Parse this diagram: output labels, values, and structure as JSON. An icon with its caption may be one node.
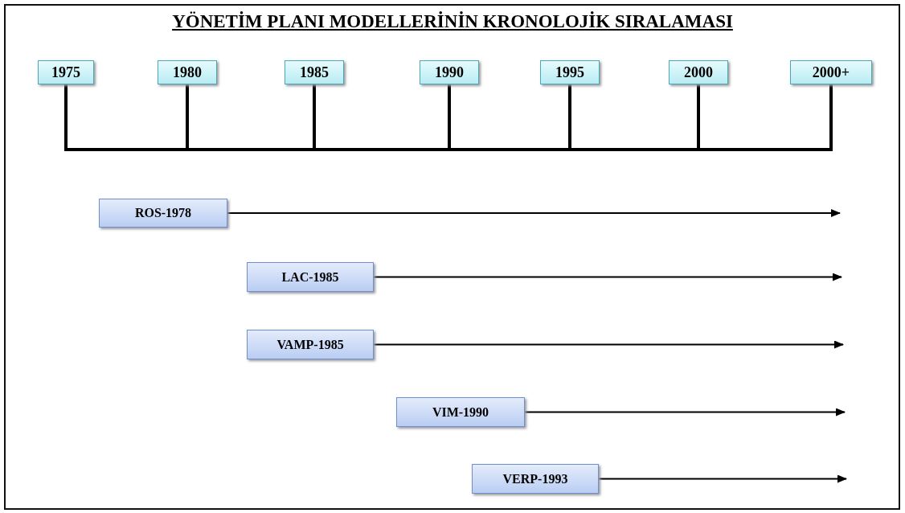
{
  "diagram": {
    "title": "YÖNETİM PLANI MODELLERİNİN KRONOLOJİK SIRALAMASI",
    "nodes": [
      {
        "text": [
          "1975"
        ]
      },
      {
        "text": [
          "1980"
        ]
      },
      {
        "text": [
          "1985"
        ]
      },
      {
        "text": [
          "1990"
        ]
      },
      {
        "text": [
          "1995"
        ]
      },
      {
        "text": [
          "2000"
        ]
      },
      {
        "text": [
          "2000+"
        ]
      },
      {
        "text": [
          "ROS-1978"
        ]
      },
      {
        "text": [
          "LAC-1985"
        ]
      },
      {
        "text": [
          "VAMP-1985"
        ]
      },
      {
        "text": [
          "VIM-1990"
        ]
      },
      {
        "text": [
          "VERP-1993"
        ]
      }
    ],
    "edges": [
      {
        "from": 7,
        "to": null,
        "arrow": "to"
      },
      {
        "from": 8,
        "to": null,
        "arrow": "to"
      },
      {
        "from": 9,
        "to": null,
        "arrow": "to"
      },
      {
        "from": 10,
        "to": null,
        "arrow": "to"
      },
      {
        "from": 11,
        "to": null,
        "arrow": "to"
      }
    ]
  }
}
